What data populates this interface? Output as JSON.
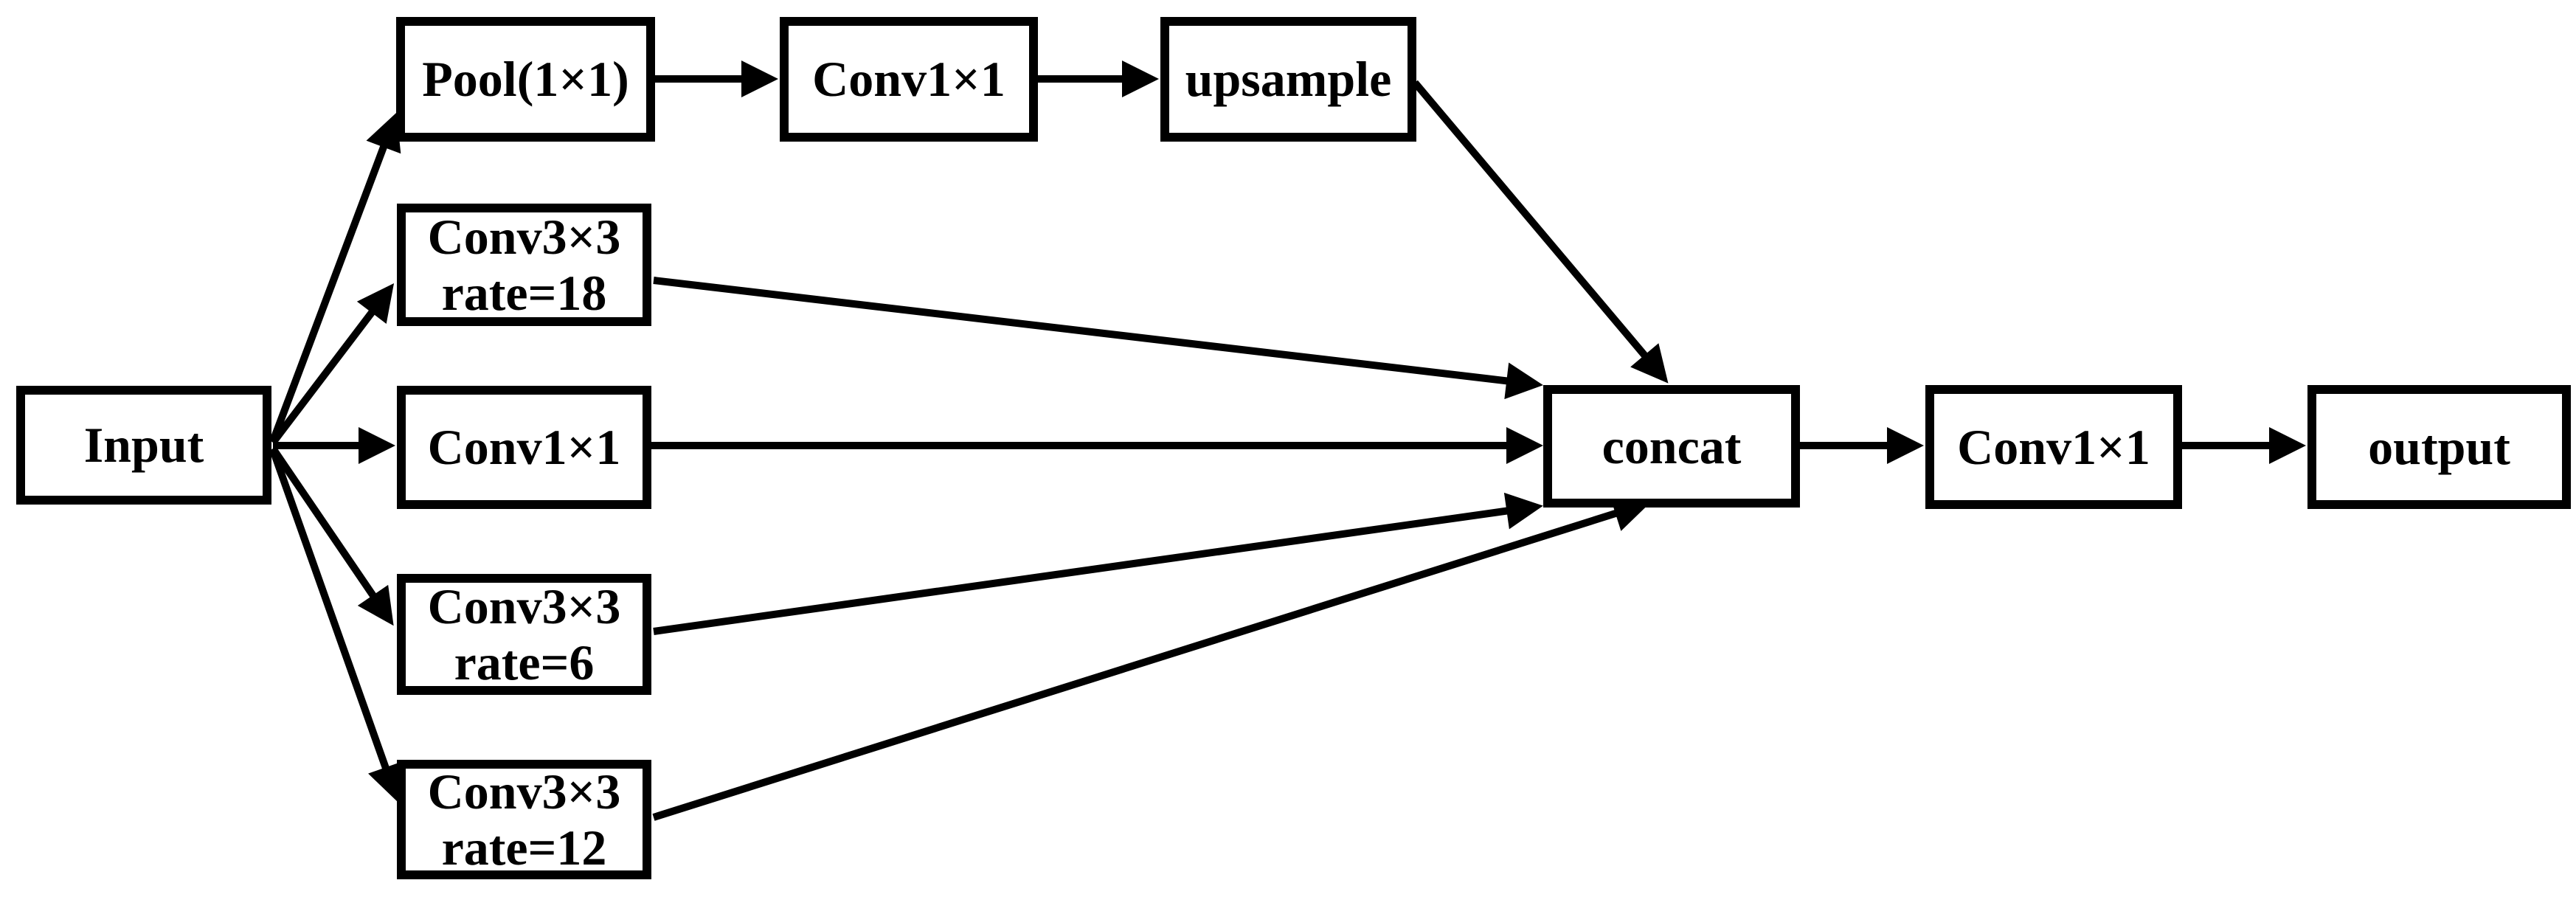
{
  "diagram": {
    "type": "flow-diagram",
    "colors": {
      "line": "#000000",
      "box_border": "#000000",
      "box_fill": "#ffffff",
      "text": "#000000",
      "background": "#ffffff"
    },
    "nodes": {
      "input": {
        "label": "Input"
      },
      "pool": {
        "label": "Pool(1×1)"
      },
      "conv1_top": {
        "label": "Conv1×1"
      },
      "upsample": {
        "label": "upsample"
      },
      "conv3_rate18": {
        "label": "Conv3×3",
        "sublabel": "rate=18"
      },
      "conv1_mid": {
        "label": "Conv1×1"
      },
      "conv3_rate6": {
        "label": "Conv3×3",
        "sublabel": "rate=6"
      },
      "conv3_rate12": {
        "label": "Conv3×3",
        "sublabel": "rate=12"
      },
      "concat": {
        "label": "concat"
      },
      "conv1_out": {
        "label": "Conv1×1"
      },
      "output": {
        "label": "output"
      }
    },
    "edges": [
      {
        "from": "input",
        "to": "pool"
      },
      {
        "from": "input",
        "to": "conv3_rate18"
      },
      {
        "from": "input",
        "to": "conv1_mid"
      },
      {
        "from": "input",
        "to": "conv3_rate6"
      },
      {
        "from": "input",
        "to": "conv3_rate12"
      },
      {
        "from": "pool",
        "to": "conv1_top"
      },
      {
        "from": "conv1_top",
        "to": "upsample"
      },
      {
        "from": "upsample",
        "to": "concat"
      },
      {
        "from": "conv3_rate18",
        "to": "concat"
      },
      {
        "from": "conv1_mid",
        "to": "concat"
      },
      {
        "from": "conv3_rate6",
        "to": "concat"
      },
      {
        "from": "conv3_rate12",
        "to": "concat"
      },
      {
        "from": "concat",
        "to": "conv1_out"
      },
      {
        "from": "conv1_out",
        "to": "output"
      }
    ]
  }
}
